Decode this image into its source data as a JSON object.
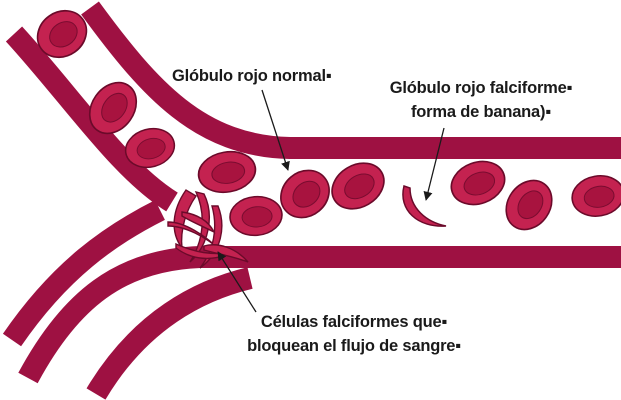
{
  "labels": {
    "normal_cell": "Glóbulo rojo normal▪",
    "sickle_cell": [
      "Glóbulo rojo falciforme▪",
      "forma de banana)▪"
    ],
    "blocked_cells": [
      "Células falciformes que▪",
      "bloquean el flujo de sangre▪"
    ]
  },
  "colors": {
    "vessel": "#9e1142",
    "cell_fill": "#c42250",
    "cell_center": "#a8133f",
    "cell_outline": "#6b0a2a",
    "arrow": "#1a1a1a",
    "text": "#1a1a1a"
  }
}
